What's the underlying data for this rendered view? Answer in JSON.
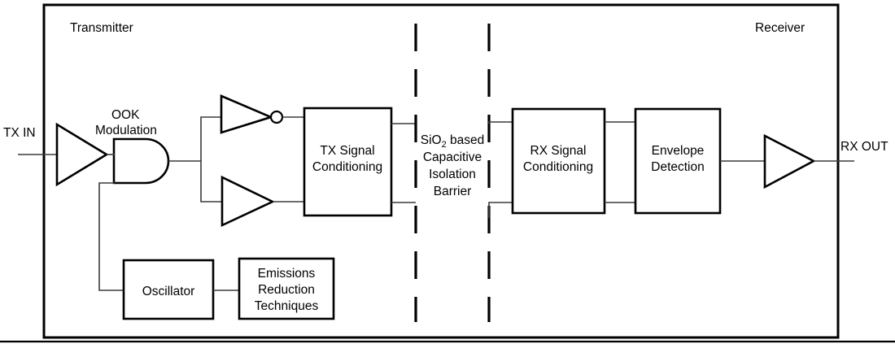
{
  "figure": {
    "type": "block-diagram",
    "subject": "Capacitive digital isolator signal path",
    "sections": {
      "transmitter_label": "Transmitter",
      "receiver_label": "Receiver"
    },
    "ports": {
      "input_label": "TX IN",
      "output_label": "RX OUT"
    },
    "annotations": {
      "ook_line1": "OOK",
      "ook_line2": "Modulation"
    },
    "barrier": {
      "line1_prefix": "SiO",
      "line1_subscript": "2",
      "line1_suffix": " based",
      "line2": "Capacitive",
      "line3": "Isolation",
      "line4": "Barrier"
    },
    "blocks": {
      "tx_signal_conditioning": {
        "line1": "TX Signal",
        "line2": "Conditioning"
      },
      "rx_signal_conditioning": {
        "line1": "RX Signal",
        "line2": "Conditioning"
      },
      "envelope_detection": {
        "line1": "Envelope",
        "line2": "Detection"
      },
      "oscillator": {
        "line1": "Oscillator"
      },
      "emissions_reduction": {
        "line1": "Emissions",
        "line2": "Reduction",
        "line3": "Techniques"
      }
    },
    "gates": {
      "input_buffer": "buffer-triangle",
      "and_gate": "and-gate",
      "inverter": "inverter-triangle-with-bubble",
      "buffer": "buffer-triangle",
      "output_buffer": "buffer-triangle"
    },
    "colors": {
      "stroke": "#000000",
      "wire": "#3b3b3b",
      "background": "#ffffff"
    }
  }
}
